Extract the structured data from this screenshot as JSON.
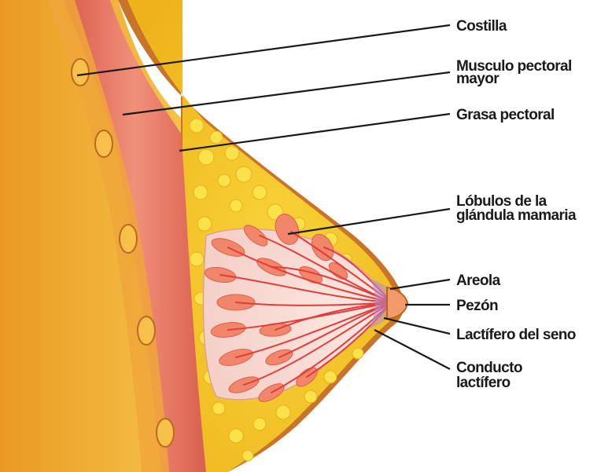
{
  "labels": {
    "costilla": "Costilla",
    "musculo_line1": "Musculo pectoral",
    "musculo_line2": "mayor",
    "grasa": "Grasa pectoral",
    "lobulos_line1": "Lóbulos de la",
    "lobulos_line2": "glándula mamaria",
    "areola": "Areola",
    "pezon": "Pezón",
    "lactifero_seno": "Lactífero del seno",
    "conducto_line1": "Conducto",
    "conducto_line2": "lactífero"
  },
  "colors": {
    "skin": "#f0b43c",
    "skin_dark": "#d98a1a",
    "fat": "#f6c81e",
    "fat_globule": "#fbe24a",
    "muscle": "#e8685a",
    "muscle_light": "#f08a78",
    "rib": "#f2b03a",
    "lobule": "#f07a5e",
    "duct": "#e83a3a",
    "nipple": "#f29a6a",
    "outline": "#b8651c",
    "label_text": "#1a1a1a"
  }
}
